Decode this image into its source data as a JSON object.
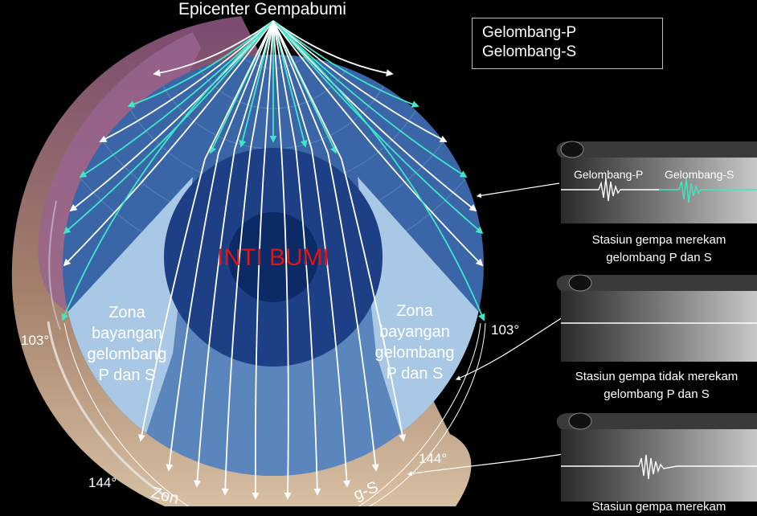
{
  "title": "Epicenter Gempabumi",
  "legend": {
    "p_label": "Gelombang-P",
    "s_label": "Gelombang-S",
    "p_color": "#ffffff",
    "s_color": "#3fe6c8"
  },
  "core_label": "INTI BUMI",
  "zone_left": [
    "Zona",
    "bayangan",
    "gelombang",
    "P dan S"
  ],
  "zone_right": [
    "Zona",
    "bayangan",
    "gelombang",
    "P dan S"
  ],
  "degrees": {
    "left_103": "103°",
    "right_103": "103°",
    "left_144": "144°",
    "right_144": "144°"
  },
  "bottom_partial_left": "Zon",
  "bottom_partial_right": "g-S",
  "stations": [
    {
      "trace_p": "Gelombang-P",
      "trace_s": "Gelombang-S",
      "caption": [
        "Stasiun gempa merekam",
        "gelombang P dan S"
      ]
    },
    {
      "caption": [
        "Stasiun gempa tidak merekam",
        "gelombang P dan S"
      ]
    },
    {
      "caption": [
        "Stasiun gempa merekam"
      ]
    }
  ],
  "colors": {
    "mantle": "#3a66a8",
    "outer_core": "#1c3f86",
    "inner_core": "#0c2a66",
    "shadow_zone": "#a9c8e6",
    "p_zone": "#5a86bd",
    "core_text": "#e01515"
  }
}
